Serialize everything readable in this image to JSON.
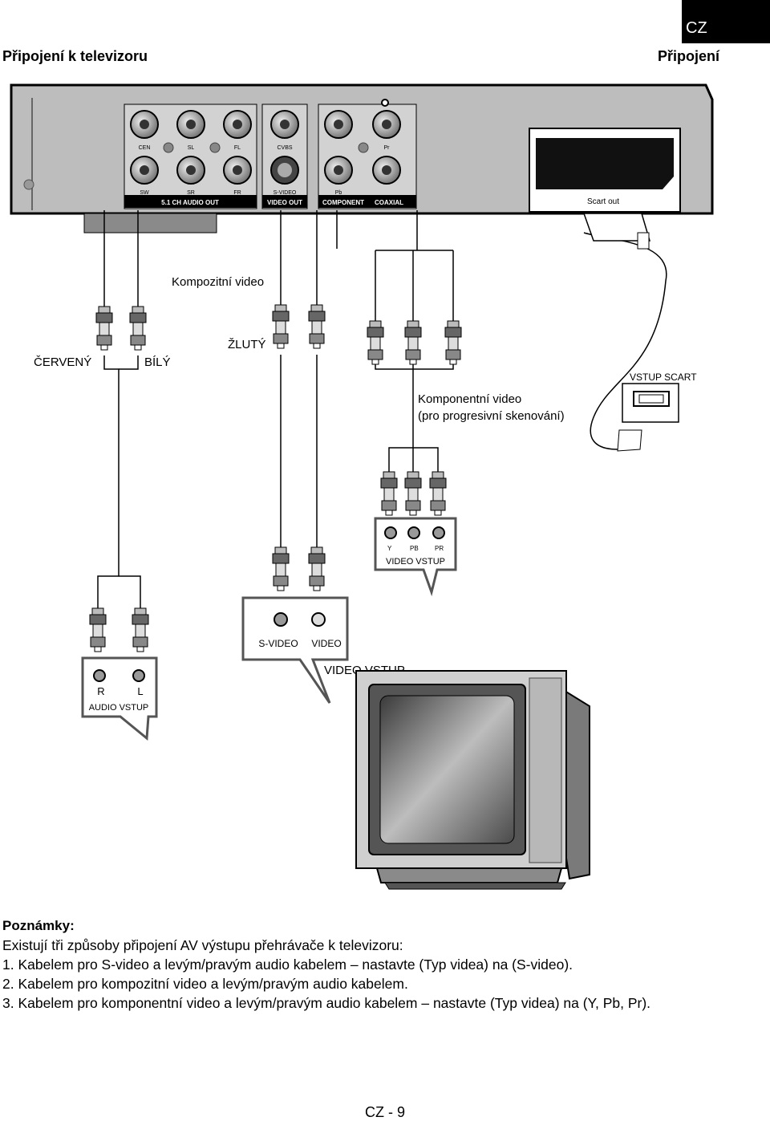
{
  "header": {
    "lang": "CZ",
    "left_title": "Připojení k televizoru",
    "right_title": "Připojení"
  },
  "diagram": {
    "panel": {
      "jacks": [
        "CEN",
        "SL",
        "FL",
        "SW",
        "SR",
        "FR",
        "CVBS",
        "S-VIDEO",
        "Pb",
        "Pr"
      ],
      "group_audio": "5.1 CH AUDIO OUT",
      "group_video": "VIDEO OUT",
      "group_component": "COMPONENT",
      "group_coaxial": "COAXIAL",
      "scart": "Scart out"
    },
    "labels": {
      "composite": "Kompozitní video",
      "red": "ČERVENÝ",
      "white": "BÍLÝ",
      "yellow": "ŽLUTÝ",
      "scart_in": "VSTUP SCART",
      "component_title": "Komponentní video",
      "component_sub": "(pro progresivní skenování)",
      "video_in": "VIDEO VSTUP",
      "y": "Y",
      "pb": "PB",
      "pr": "PR",
      "svideo": "S-VIDEO",
      "video": "VIDEO",
      "audio_in": "AUDIO VSTUP",
      "r": "R",
      "l": "L"
    }
  },
  "notes": {
    "title": "Poznámky:",
    "intro": "Existují tři způsoby připojení AV výstupu přehrávače k televizoru:",
    "items": [
      "1. Kabelem pro S-video a levým/pravým audio kabelem – nastavte (Typ videa) na (S-video).",
      "2. Kabelem pro kompozitní video a levým/pravým audio kabelem.",
      "3. Kabelem pro komponentní video a levým/pravým audio kabelem – nastavte (Typ videa) na (Y, Pb, Pr)."
    ]
  },
  "footer": {
    "page": "CZ - 9"
  }
}
